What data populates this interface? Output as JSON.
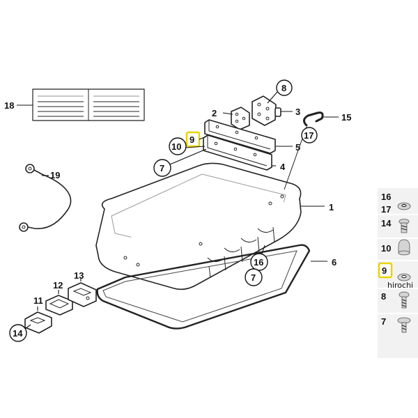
{
  "callouts": {
    "c1": "1",
    "c2": "2",
    "c3": "3",
    "c4": "4",
    "c5": "5",
    "c6": "6",
    "c7a": "7",
    "c7b": "7",
    "c8": "8",
    "c9": "9",
    "c10": "10",
    "c11": "11",
    "c12": "12",
    "c13": "13",
    "c14": "14",
    "c15": "15",
    "c16": "16",
    "c17": "17",
    "c18": "18",
    "c19": "19"
  },
  "side_panel": {
    "items": [
      "16",
      "17",
      "14",
      "10",
      "9",
      "8",
      "7"
    ],
    "highlighted": "9",
    "highlight_color": "#e8d400"
  },
  "watermark": "hirochi",
  "colors": {
    "line": "#222222",
    "highlight": "#e8d400",
    "panel": "#f2f2f2"
  }
}
